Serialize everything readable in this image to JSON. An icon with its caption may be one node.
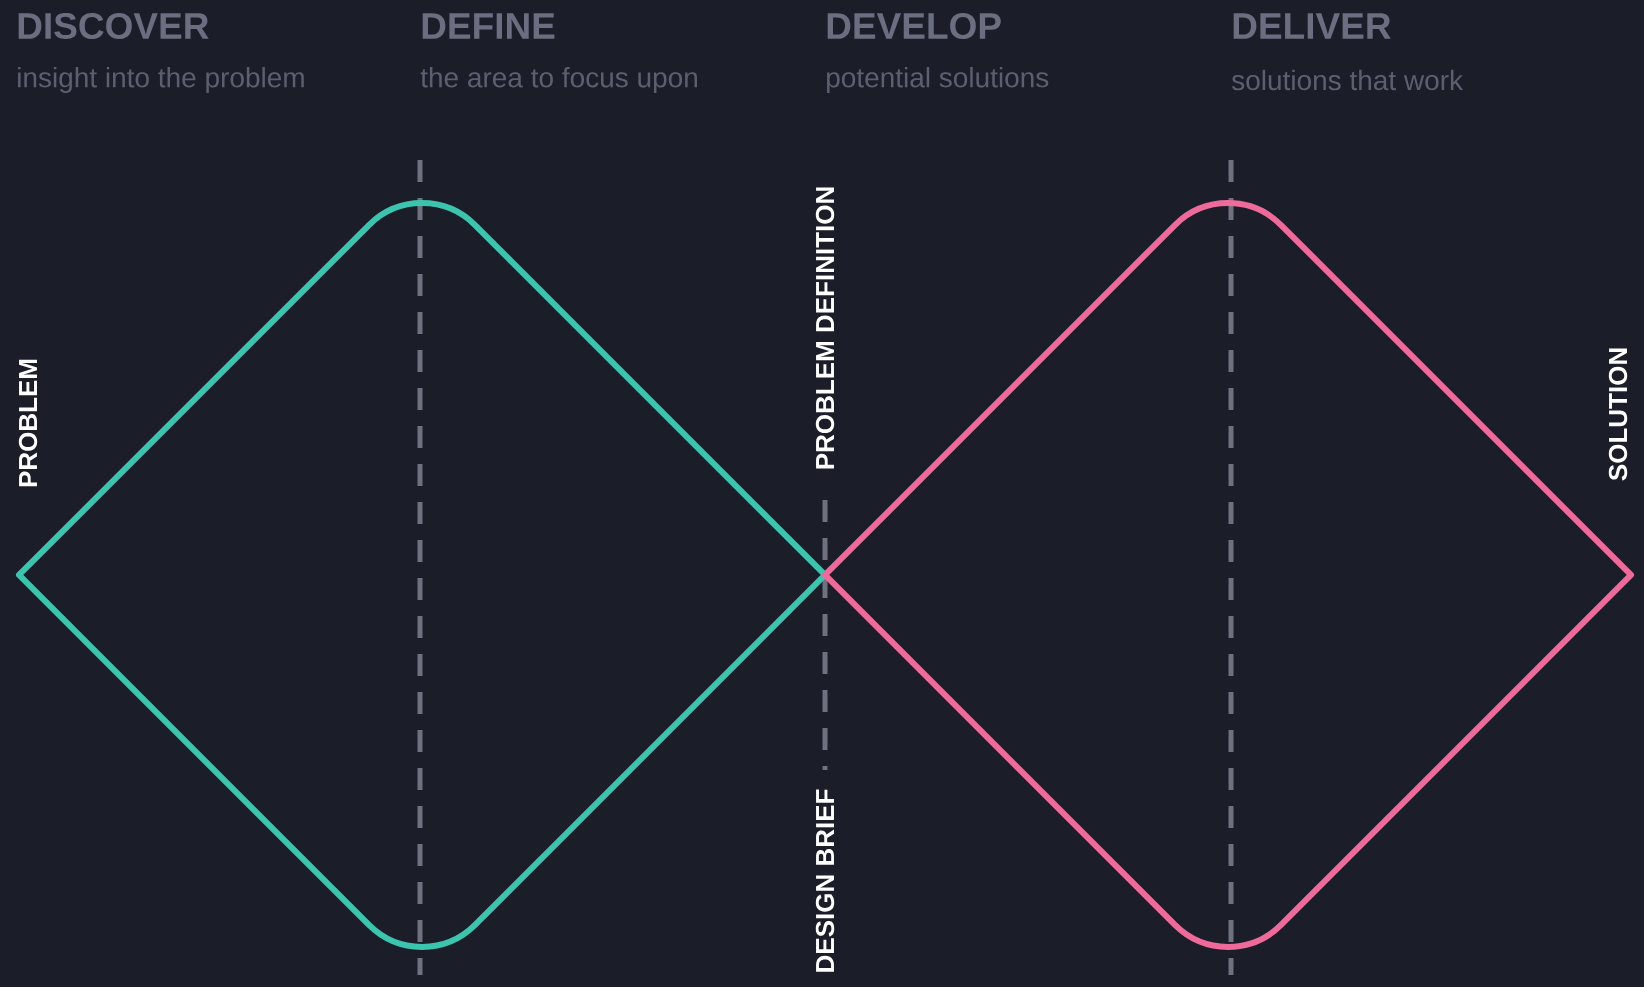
{
  "diagram": {
    "nodes": [
      {
        "text": [],
        "shape": "diamond"
      },
      {
        "text": [],
        "shape": "diamond"
      }
    ],
    "labels": [
      "DISCOVER",
      "insight into the problem",
      "DEFINE",
      "the area to focus upon",
      "DEVELOP",
      "potential solutions",
      "DELIVER",
      "solutions that work",
      "PROBLEM",
      "PROBLEM DEFINITION",
      "SOLUTION",
      "DESIGN BRIEF"
    ]
  }
}
